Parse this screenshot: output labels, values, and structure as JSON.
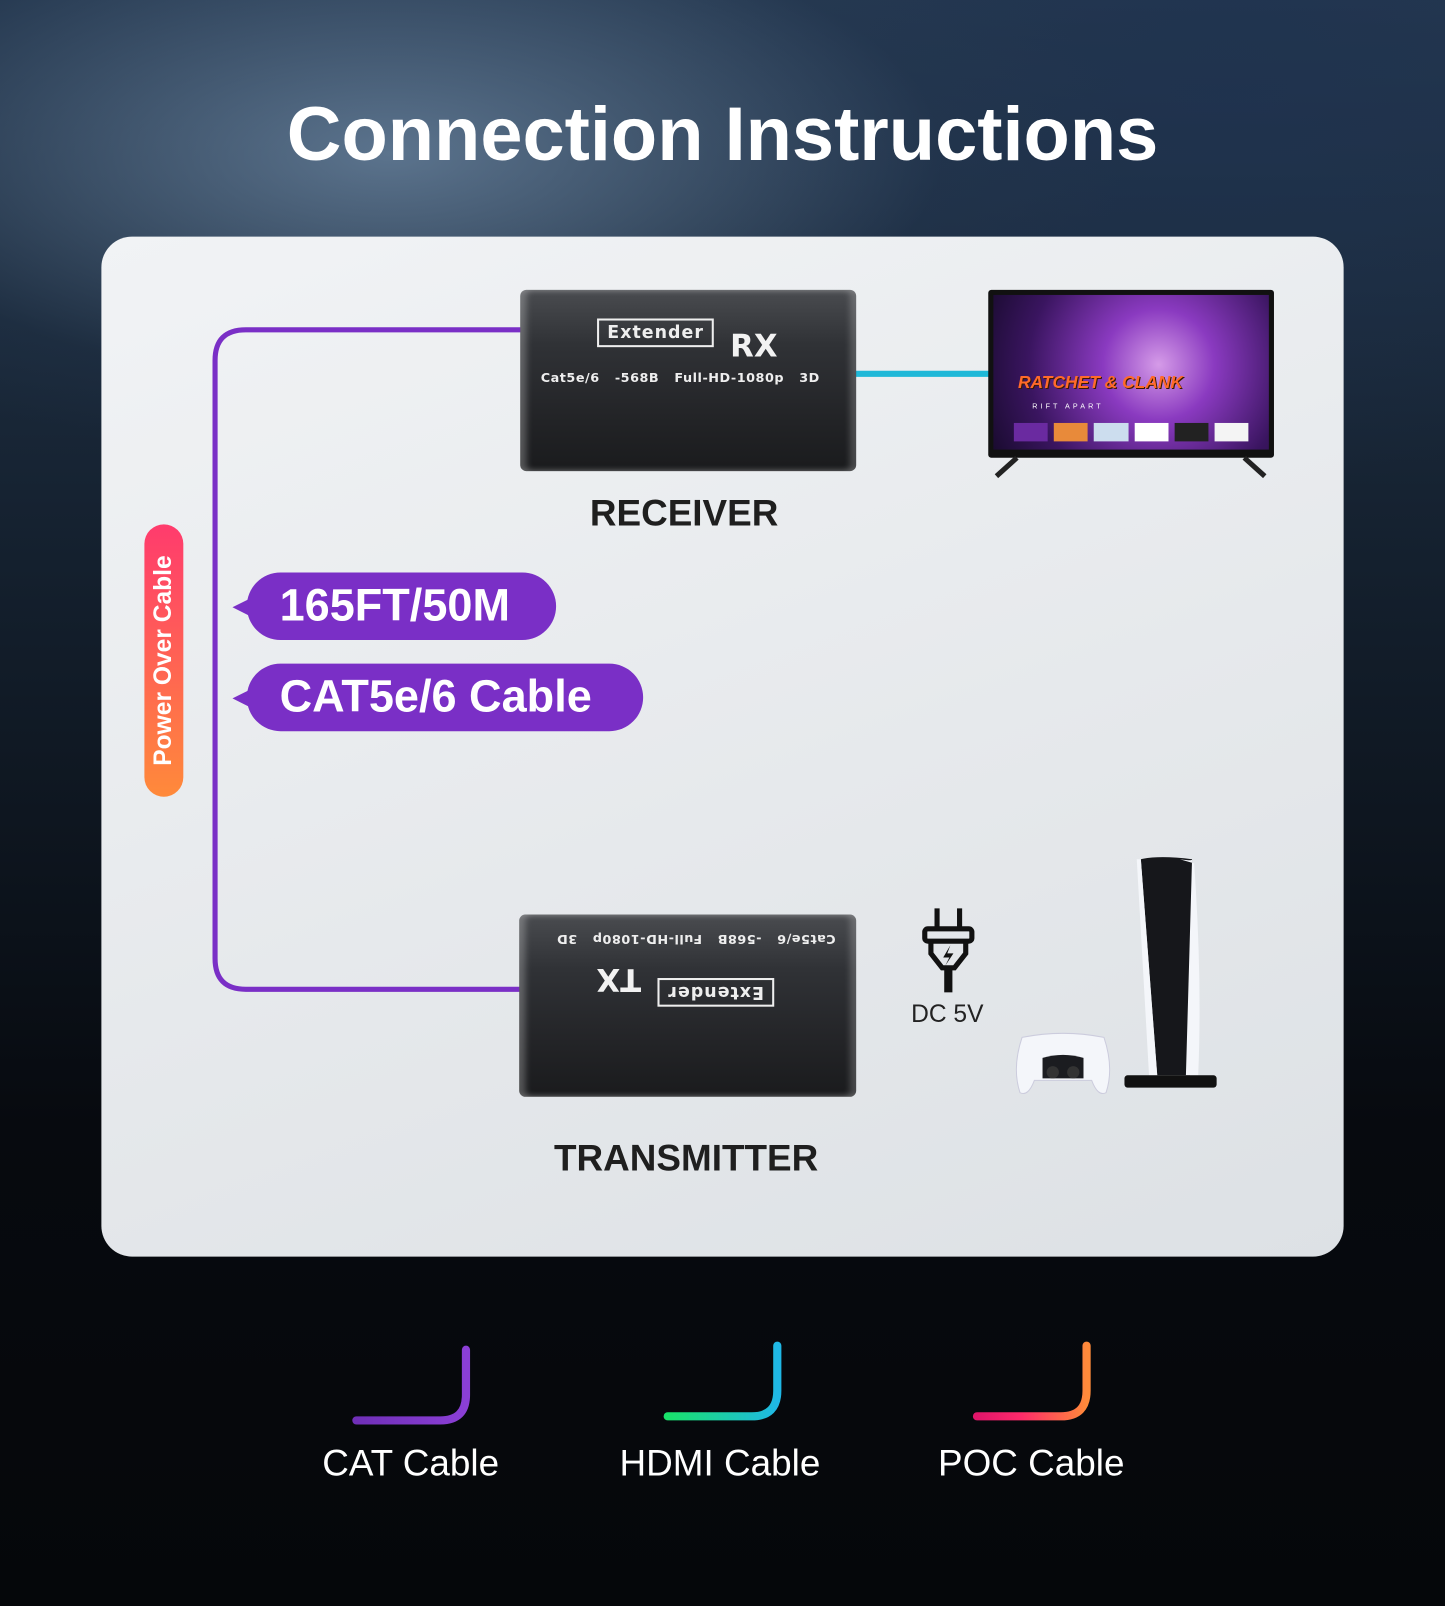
{
  "title": "Connection Instructions",
  "receiver": {
    "brand": "Extender",
    "model": "RX",
    "spec": "Cat5e/6 -568B  Full-HD-1080p 3D",
    "label": "RECEIVER"
  },
  "transmitter": {
    "brand": "Extender",
    "model": "TX",
    "spec": "Cat5e/6 -568B  Full-HD-1080p 3D",
    "label": "TRANSMITTER"
  },
  "power_over_cable": "Power Over Cable",
  "distance_badge": "165FT/50M",
  "cable_badge": "CAT5e/6 Cable",
  "power": {
    "label": "DC 5V",
    "icon": "plug-icon"
  },
  "tv_screen": {
    "game_title": "RATCHET & CLANK",
    "subtitle": "RIFT APART"
  },
  "legend": [
    {
      "label": "CAT Cable",
      "colors": [
        "#6f2fb8",
        "#8b3fd6"
      ]
    },
    {
      "label": "HDMI Cable",
      "colors": [
        "#19e26b",
        "#1fb8e6"
      ]
    },
    {
      "label": "POC Cable",
      "colors": [
        "#e0156a",
        "#ff8a3a"
      ]
    }
  ],
  "colors": {
    "cat": "#7a2fc6",
    "hdmi": "#1fb8d8",
    "poc_start": "#ff2a6a",
    "poc_end": "#ff8a3a"
  }
}
